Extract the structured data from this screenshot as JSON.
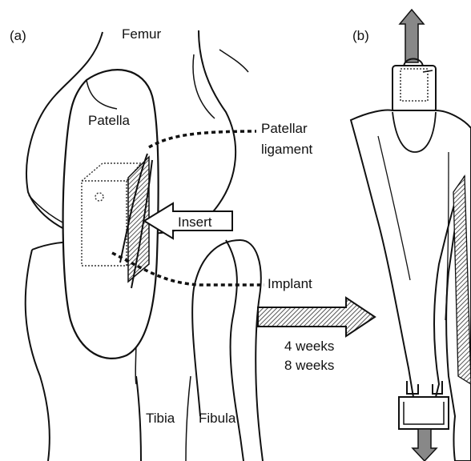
{
  "panels": {
    "a": {
      "tag": "(a)",
      "labels": {
        "femur": "Femur",
        "patella": "Patella",
        "patellar_ligament_1": "Patellar",
        "patellar_ligament_2": "ligament",
        "insert": "Insert",
        "implant": "Implant",
        "tibia": "Tibia",
        "fibula": "Fibula"
      }
    },
    "b": {
      "tag": "(b)"
    }
  },
  "timepoints": [
    "4 weeks",
    "8 weeks"
  ],
  "colors": {
    "line": "#111111",
    "arrow_fill": "#888888",
    "hatch": "#555555",
    "dotted": "#333333"
  }
}
